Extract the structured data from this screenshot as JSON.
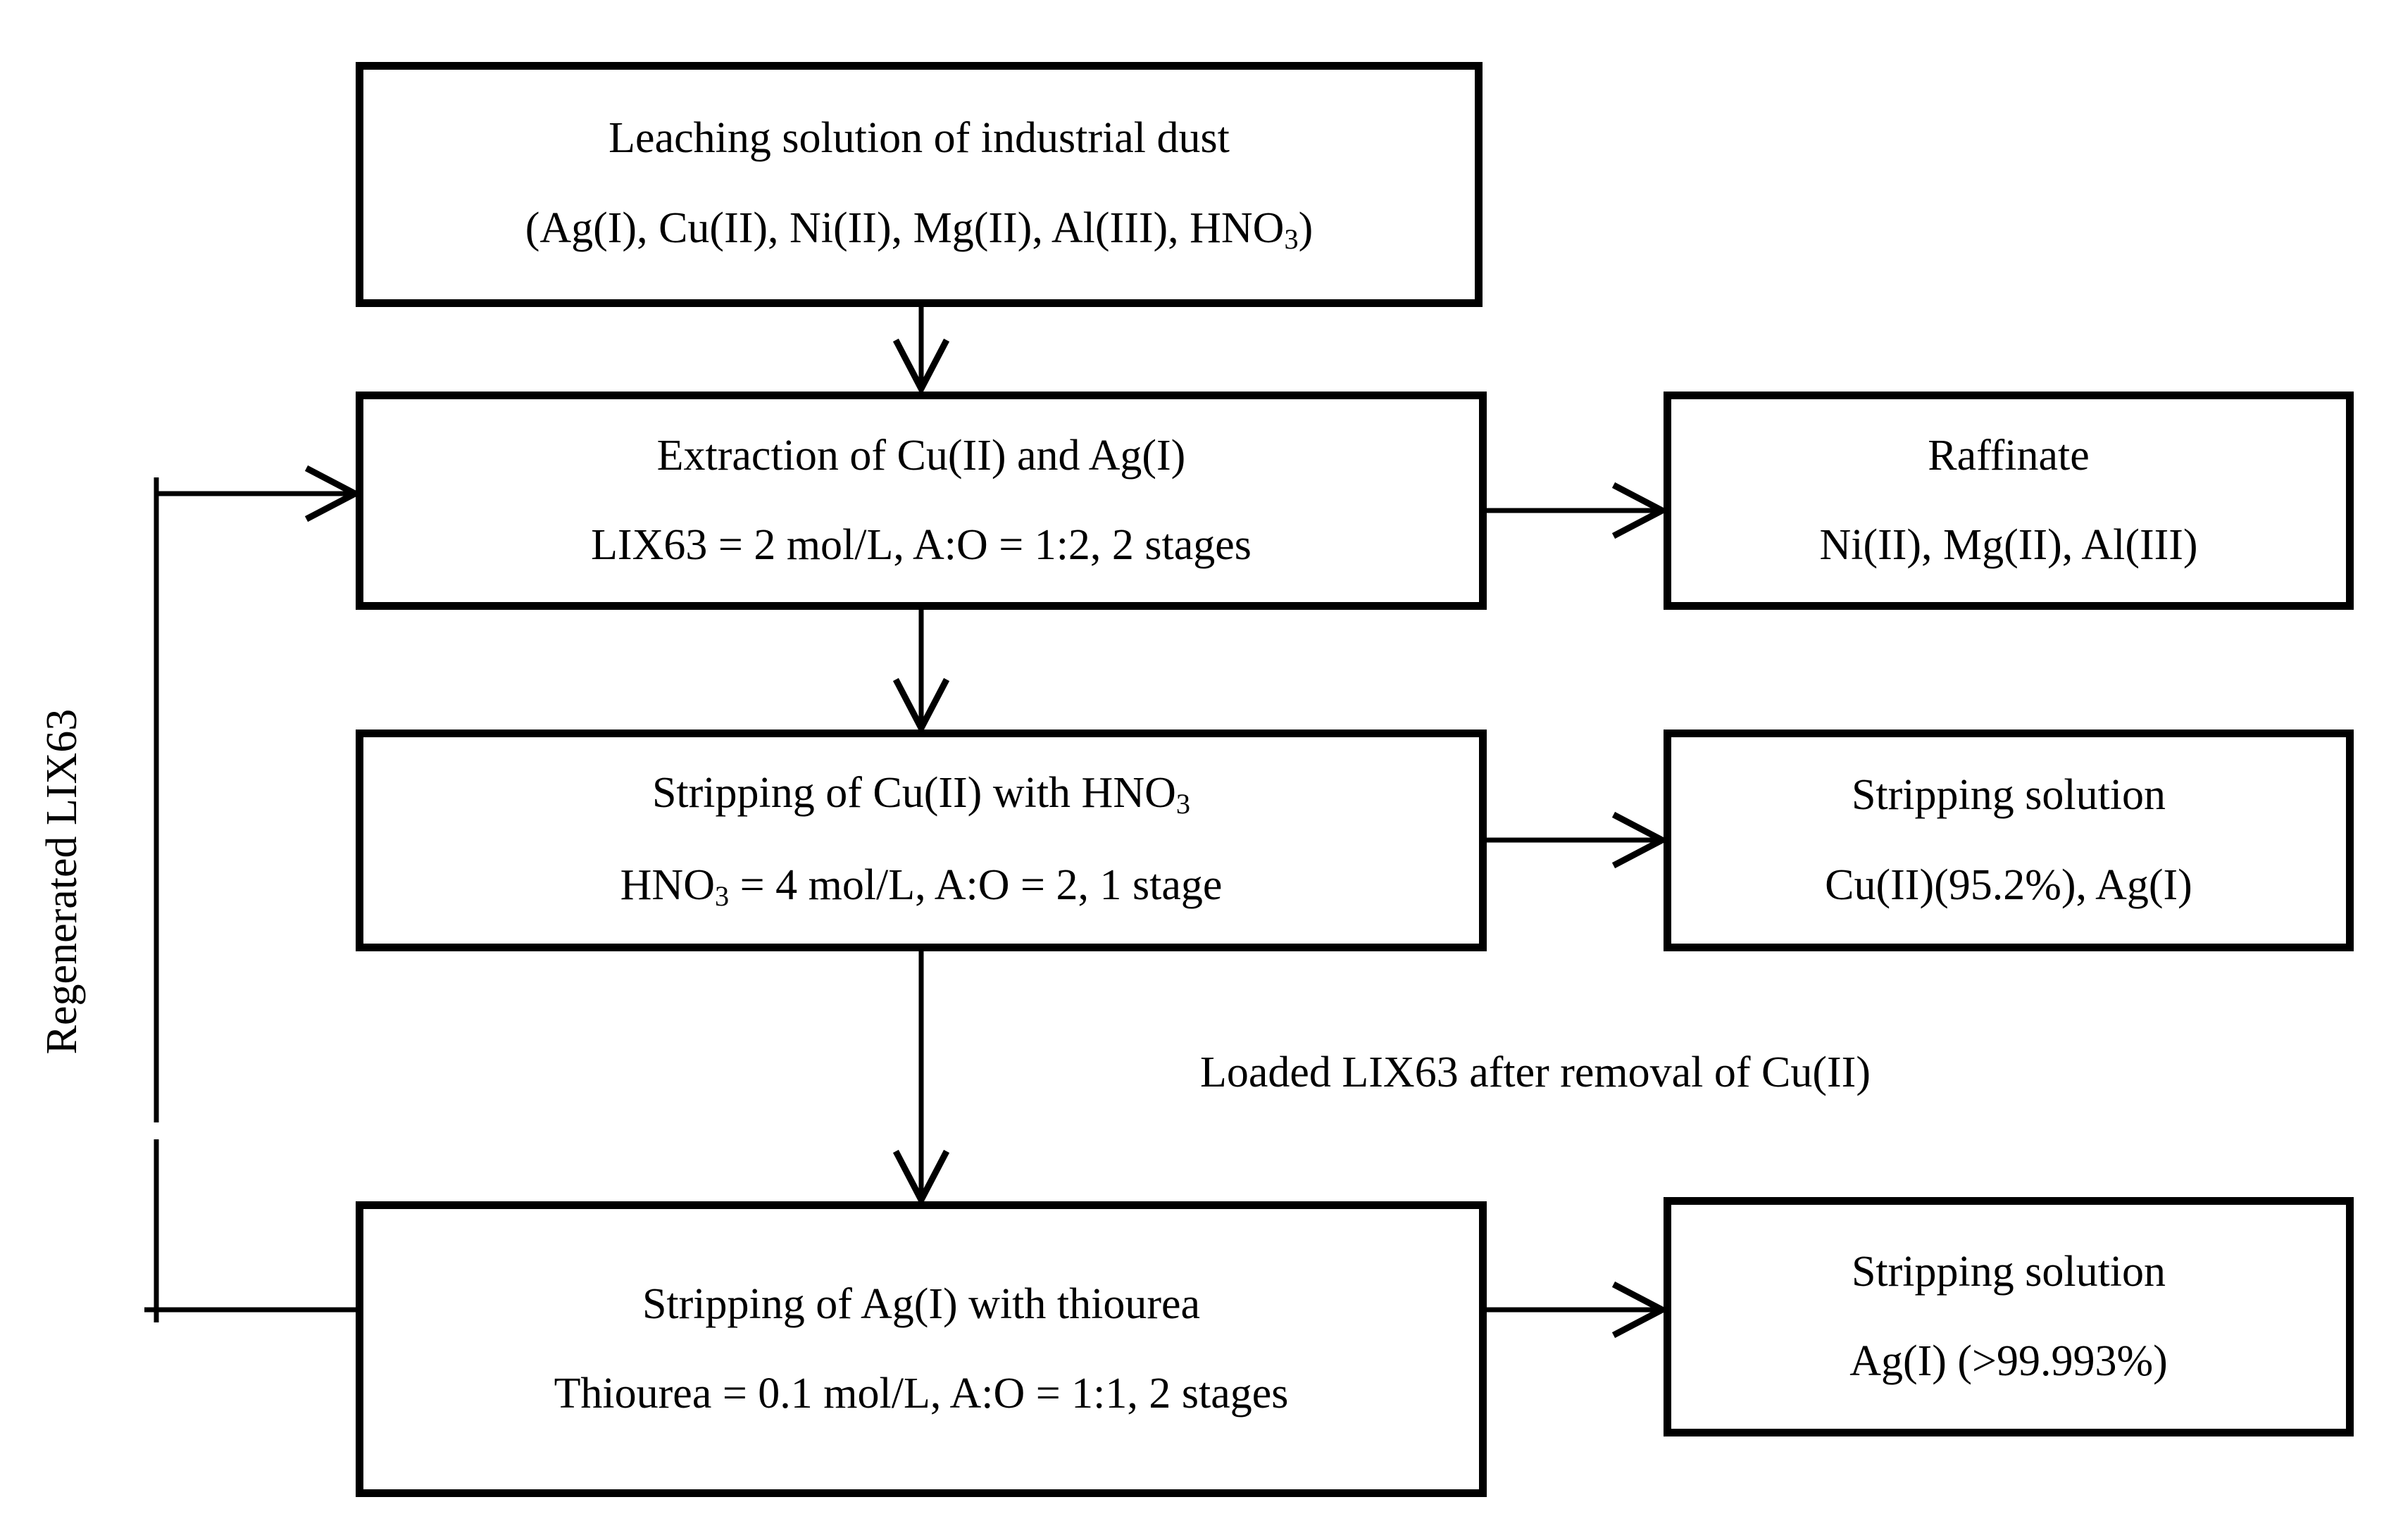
{
  "colors": {
    "ink": "#000000",
    "paper": "#ffffff"
  },
  "boxes": {
    "leaching": {
      "line1": "Leaching solution of industrial dust",
      "line2_pre": "(Ag(I), Cu(II), Ni(II), Mg(II), Al(III), HNO",
      "line2_sub": "3",
      "line2_post": ")"
    },
    "extraction": {
      "line1": "Extraction of Cu(II) and Ag(I)",
      "line2": "LIX63 = 2 mol/L, A:O = 1:2, 2 stages"
    },
    "raffinate": {
      "line1": "Raffinate",
      "line2": "Ni(II), Mg(II), Al(III)"
    },
    "strip_cu": {
      "line1_pre": "Stripping of Cu(II) with HNO",
      "line1_sub": "3",
      "line2_pre": "HNO",
      "line2_sub": "3",
      "line2_post": " = 4 mol/L, A:O = 2, 1 stage"
    },
    "strip_sol_cu": {
      "line1": "Stripping solution",
      "line2": "Cu(II)(95.2%), Ag(I)"
    },
    "strip_ag": {
      "line1": "Stripping of Ag(I) with thiourea",
      "line2": "Thiourea = 0.1 mol/L, A:O = 1:1, 2 stages"
    },
    "strip_sol_ag": {
      "line1": "Stripping solution",
      "line2": "Ag(I) (>99.993%)"
    }
  },
  "labels": {
    "loaded_lix63": "Loaded LIX63 after removal of Cu(II)",
    "regenerated_lix63": "Regenerated LIX63"
  }
}
